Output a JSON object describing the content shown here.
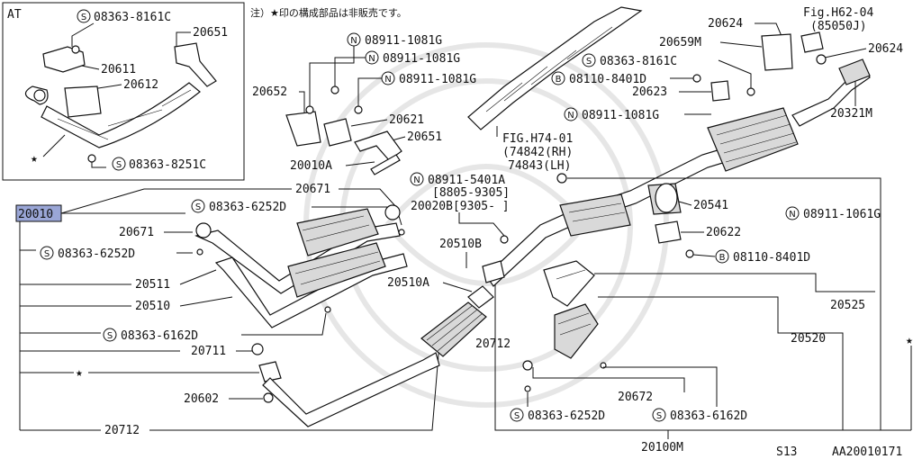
{
  "corner_label": "AT",
  "note": "注）★印の構成部品は非販売です。",
  "star": "★",
  "circle_letters": {
    "S": "S",
    "N": "N",
    "B": "B"
  },
  "inset": {
    "bolt_top": "08363-8161C",
    "p20651": "20651",
    "p20611": "20611",
    "p20612": "20612",
    "bolt_bottom": "08363-8251C"
  },
  "left": {
    "main_part": "20010",
    "p20671_a": "20671",
    "bolt_6252_a": "08363-6252D",
    "p20671_b": "20671",
    "bolt_6252_b": "08363-6252D",
    "p20511": "20511",
    "p20510": "20510",
    "bolt_6162": "08363-6162D",
    "p20711": "20711",
    "p20602": "20602",
    "p20712": "20712"
  },
  "center": {
    "p20652": "20652",
    "nut_1081_a": "08911-1081G",
    "nut_1081_b": "08911-1081G",
    "nut_1081_c": "08911-1081G",
    "p20621": "20621",
    "p20651": "20651",
    "p20010A": "20010A",
    "nut_5401": "08911-5401A",
    "range_5401": "[8805-9305]",
    "p20020B": "20020B[9305-   ]",
    "p20510B": "20510B",
    "p20510A": "20510A",
    "p20712": "20712"
  },
  "fig_ref": {
    "fig": "FIG.H74-01",
    "rh": "(74842(RH)",
    "lh": "74843(LH)"
  },
  "right": {
    "p20624_a": "20624",
    "fig_h62": "Fig.H62-04",
    "fig_h62_sub": "(85050J)",
    "p20659M": "20659M",
    "p20624_b": "20624",
    "bolt_8161": "08363-8161C",
    "bolt_8401_a": "08110-8401D",
    "p20623": "20623",
    "p20321M": "20321M",
    "nut_1081": "08911-1081G",
    "p20541": "20541",
    "nut_1061": "08911-1061G",
    "p20622": "20622",
    "bolt_8401_b": "08110-8401D",
    "p20525": "20525",
    "p20520": "20520",
    "p20672": "20672",
    "bolt_6252": "08363-6252D",
    "bolt_6162": "08363-6162D",
    "p20100M": "20100M",
    "model": "S13",
    "diagram_id": "AA20010171"
  }
}
